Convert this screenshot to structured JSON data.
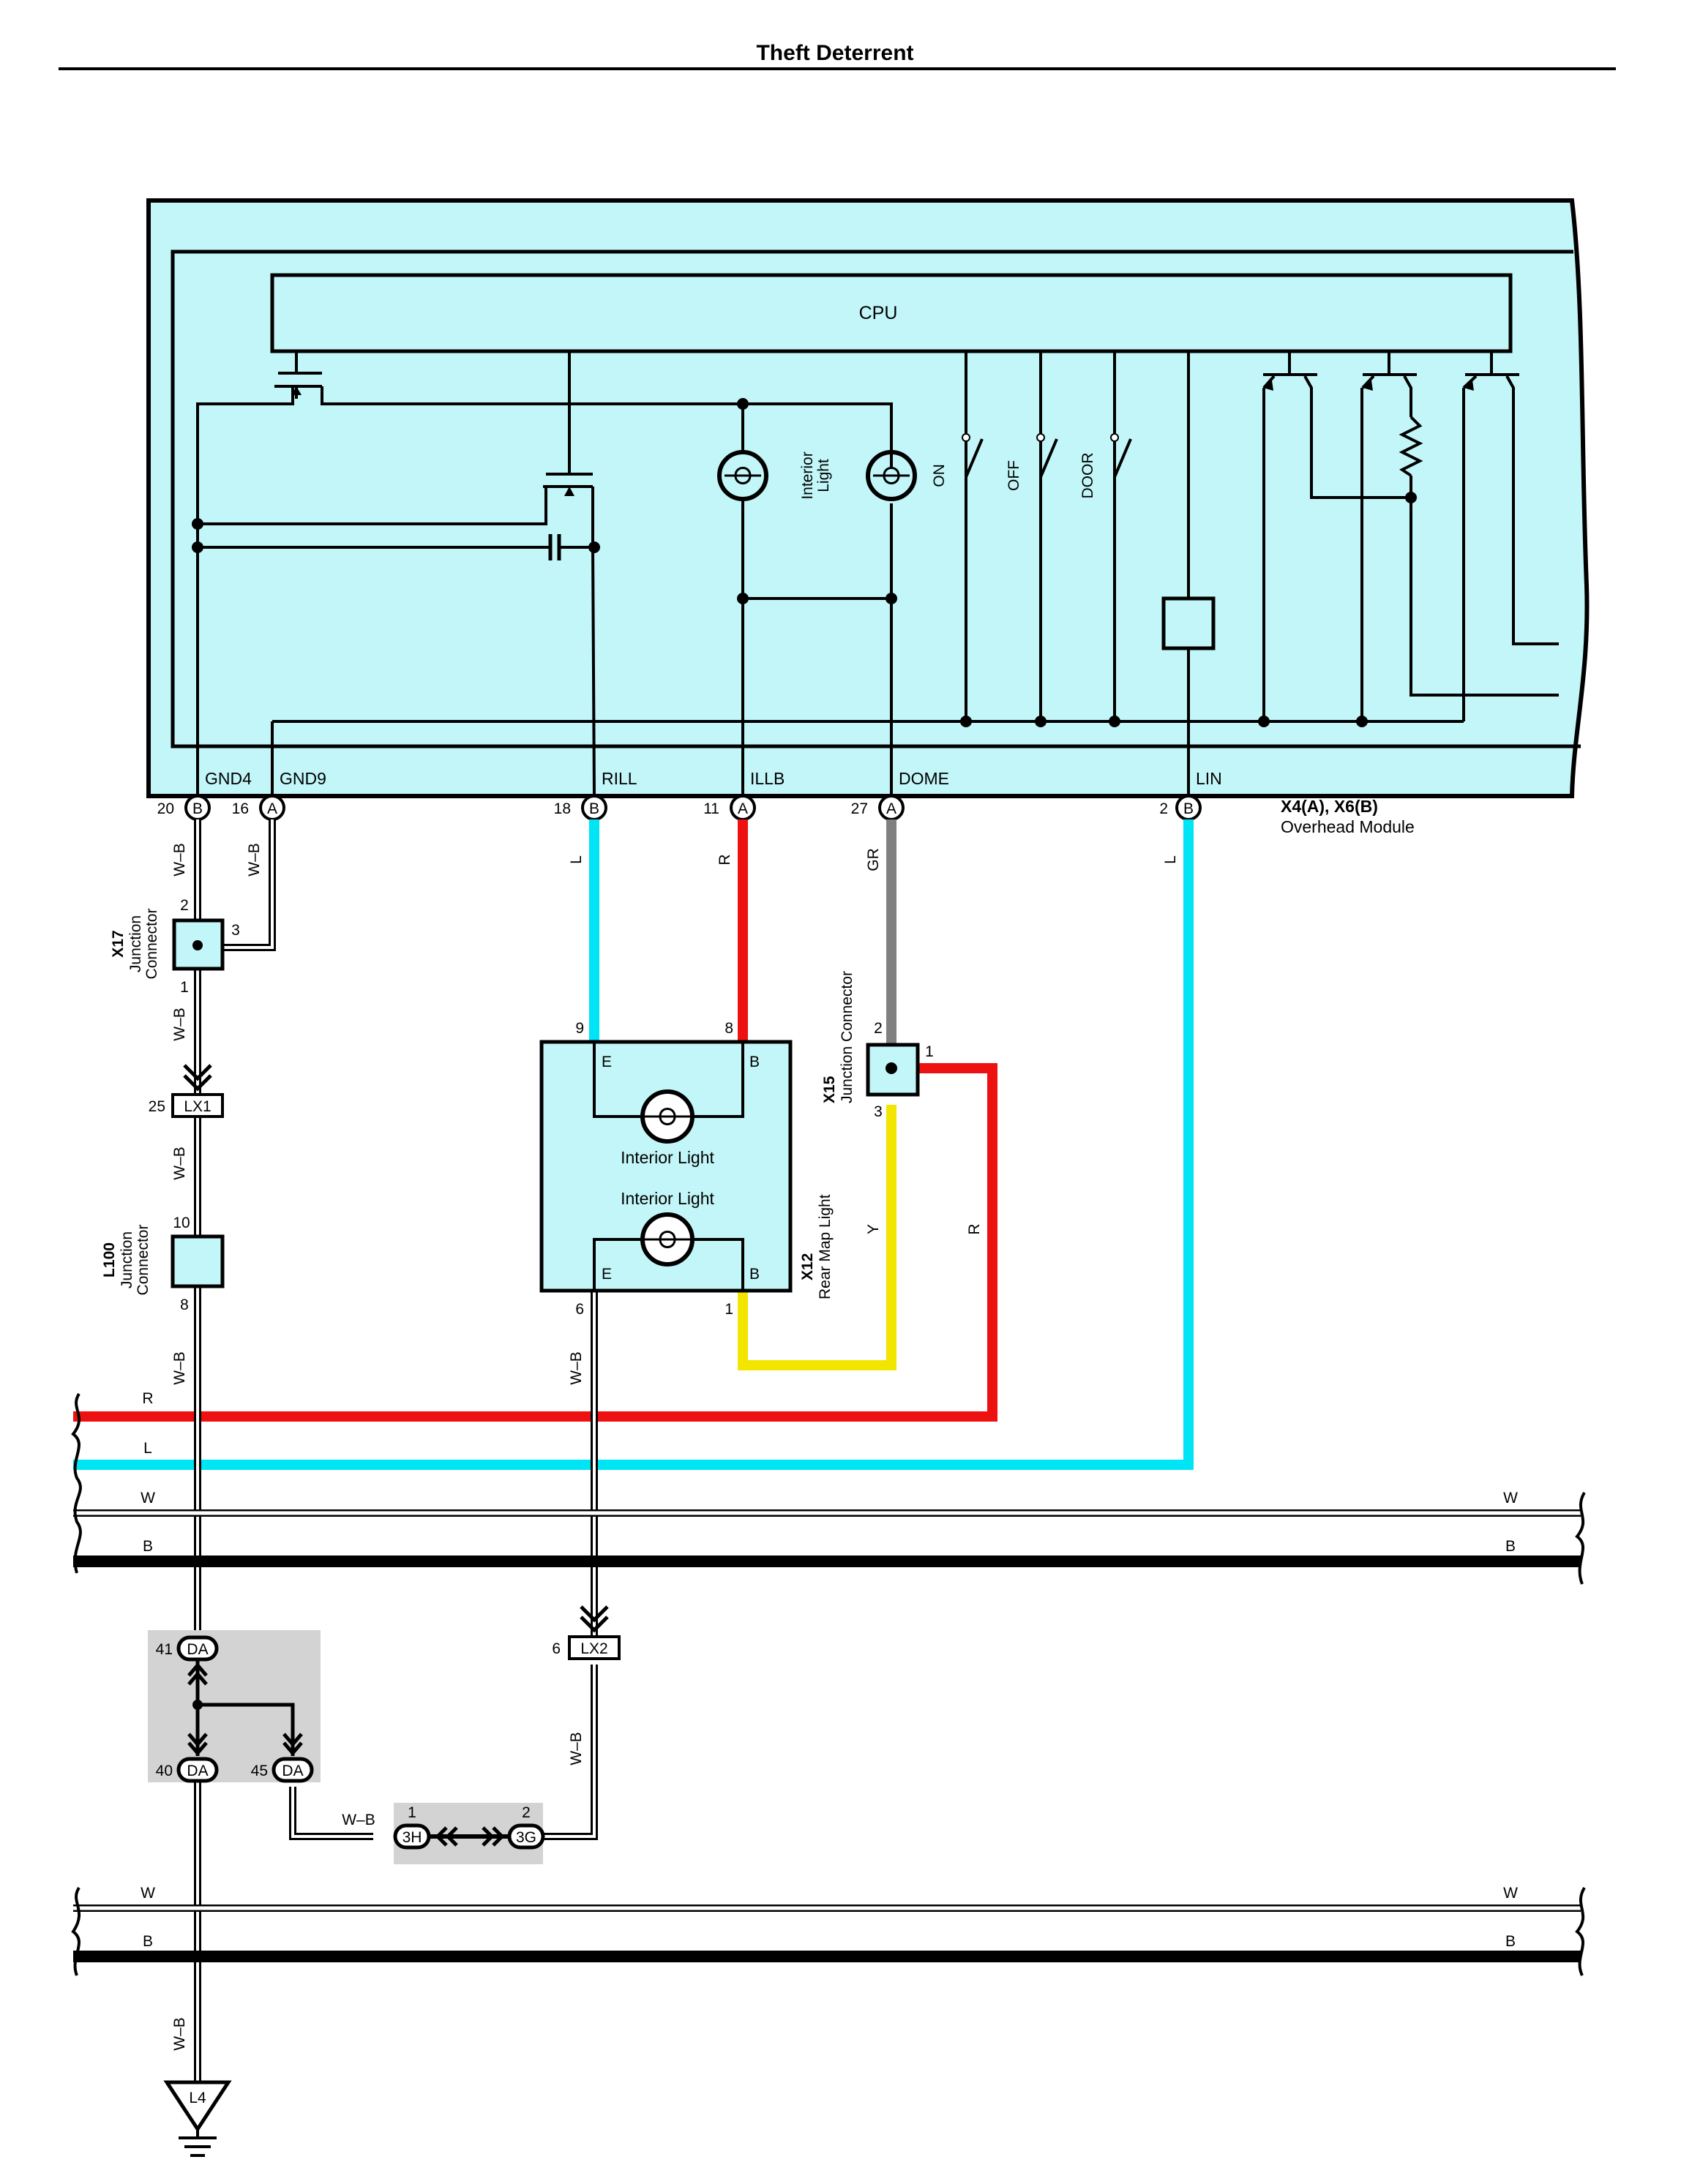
{
  "header": {
    "title": "Theft Deterrent"
  },
  "module": {
    "cpu_label": "CPU",
    "interior_light_label": [
      "Interior",
      "Light"
    ],
    "switch_labels": [
      "ON",
      "OFF",
      "DOOR"
    ],
    "pin_names": [
      "GND4",
      "GND9",
      "RILL",
      "ILLB",
      "DOME",
      "LIN"
    ],
    "pins": [
      {
        "num": "20",
        "conn": "B"
      },
      {
        "num": "16",
        "conn": "A"
      },
      {
        "num": "18",
        "conn": "B"
      },
      {
        "num": "11",
        "conn": "A"
      },
      {
        "num": "27",
        "conn": "A"
      },
      {
        "num": "2",
        "conn": "B"
      }
    ],
    "id": "X4(A), X6(B)",
    "name": "Overhead Module"
  },
  "x17": {
    "id": "X17",
    "line1": "Junction",
    "line2": "Connector",
    "pins": [
      "2",
      "3",
      "1"
    ]
  },
  "l100": {
    "id": "L100",
    "line1": "Junction",
    "line2": "Connector",
    "pins": [
      "10",
      "8"
    ]
  },
  "x15": {
    "id": "X15",
    "name": "Junction Connector",
    "pins": [
      "2",
      "1",
      "3"
    ]
  },
  "x12": {
    "id": "X12",
    "name": "Rear Map Light",
    "lamp1": "Interior Light",
    "lamp2": "Interior Light",
    "terminal_e": "E",
    "terminal_b": "B",
    "pins": [
      "9",
      "8",
      "6",
      "1"
    ]
  },
  "wires": {
    "wb": "W–B",
    "l": "L",
    "r": "R",
    "gr": "GR",
    "y": "Y",
    "w": "W",
    "b": "B"
  },
  "inline": {
    "lx1": {
      "label": "LX1",
      "pin": "25"
    },
    "lx2": {
      "label": "LX2",
      "pin": "6"
    }
  },
  "joint": {
    "da": "DA",
    "da_pins": [
      "41",
      "40",
      "45"
    ],
    "h3": "3H",
    "g3": "3G",
    "h3_pin": "1",
    "g3_pin": "2"
  },
  "ground": {
    "label": "L4"
  },
  "colors": {
    "module_fill": "#c2f6f8",
    "blue_wire": "#00e5f5",
    "red_wire": "#ee1111",
    "gray_wire": "#808080",
    "yellow_wire": "#f2e600",
    "splice_bg": "#d3d3d3"
  }
}
